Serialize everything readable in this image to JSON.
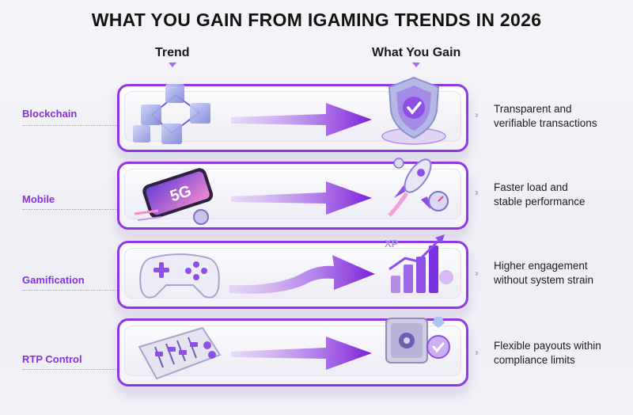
{
  "title": "WHAT YOU GAIN FROM IGAMING TRENDS IN 2026",
  "headers": {
    "trend": "Trend",
    "gain": "What You Gain"
  },
  "rows": [
    {
      "trend": "Blockchain",
      "gain_line1": "Transparent and",
      "gain_line2": "verifiable transactions",
      "left_icon": "blockchain-cubes-icon",
      "right_icon": "shield-check-icon"
    },
    {
      "trend": "Mobile",
      "gain_line1": "Faster load and",
      "gain_line2": "stable performance",
      "left_icon": "5g-phone-icon",
      "right_icon": "rocket-speedometer-icon"
    },
    {
      "trend": "Gamification",
      "gain_line1": "Higher engagement",
      "gain_line2": "without system strain",
      "left_icon": "gamepad-icon",
      "right_icon": "xp-growth-chart-icon"
    },
    {
      "trend": "RTP Control",
      "gain_line1": "Flexible payouts within",
      "gain_line2": "compliance limits",
      "left_icon": "mixer-sliders-icon",
      "right_icon": "safe-vault-icon"
    }
  ],
  "phone_badge": "5G",
  "xp_badge": "XP",
  "colors": {
    "accent": "#8f37e6",
    "label": "#8a2fe0"
  }
}
